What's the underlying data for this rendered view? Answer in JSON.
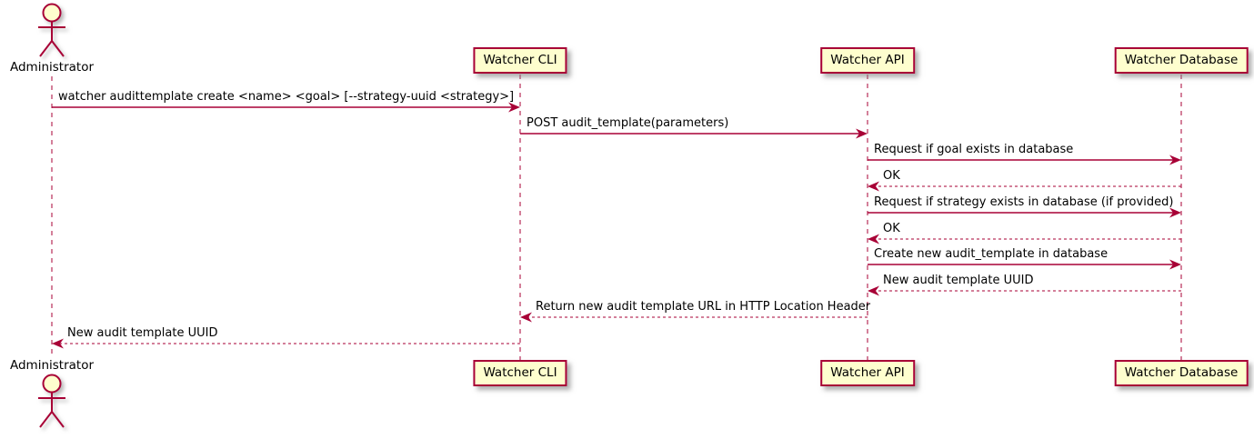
{
  "diagram": {
    "type": "sequence",
    "colors": {
      "participant_fill": "#FEFECE",
      "participant_border": "#A80036",
      "line": "#A80036",
      "text": "#000000"
    },
    "participants": [
      {
        "id": "admin",
        "label": "Administrator",
        "kind": "actor"
      },
      {
        "id": "cli",
        "label": "Watcher CLI",
        "kind": "participant"
      },
      {
        "id": "api",
        "label": "Watcher API",
        "kind": "participant"
      },
      {
        "id": "db",
        "label": "Watcher Database",
        "kind": "participant"
      }
    ],
    "messages": [
      {
        "from": "admin",
        "to": "cli",
        "label": "watcher audittemplate create <name> <goal> [--strategy-uuid <strategy>]",
        "style": "solid"
      },
      {
        "from": "cli",
        "to": "api",
        "label": "POST audit_template(parameters)",
        "style": "solid"
      },
      {
        "from": "api",
        "to": "db",
        "label": "Request if goal exists in database",
        "style": "solid"
      },
      {
        "from": "db",
        "to": "api",
        "label": "OK",
        "style": "dashed"
      },
      {
        "from": "api",
        "to": "db",
        "label": "Request if strategy exists in database (if provided)",
        "style": "solid"
      },
      {
        "from": "db",
        "to": "api",
        "label": "OK",
        "style": "dashed"
      },
      {
        "from": "api",
        "to": "db",
        "label": "Create new audit_template in database",
        "style": "solid"
      },
      {
        "from": "db",
        "to": "api",
        "label": "New audit template UUID",
        "style": "dashed"
      },
      {
        "from": "api",
        "to": "cli",
        "label": "Return new audit template URL in HTTP Location Header",
        "style": "dashed"
      },
      {
        "from": "cli",
        "to": "admin",
        "label": "New audit template UUID",
        "style": "dashed"
      }
    ]
  }
}
